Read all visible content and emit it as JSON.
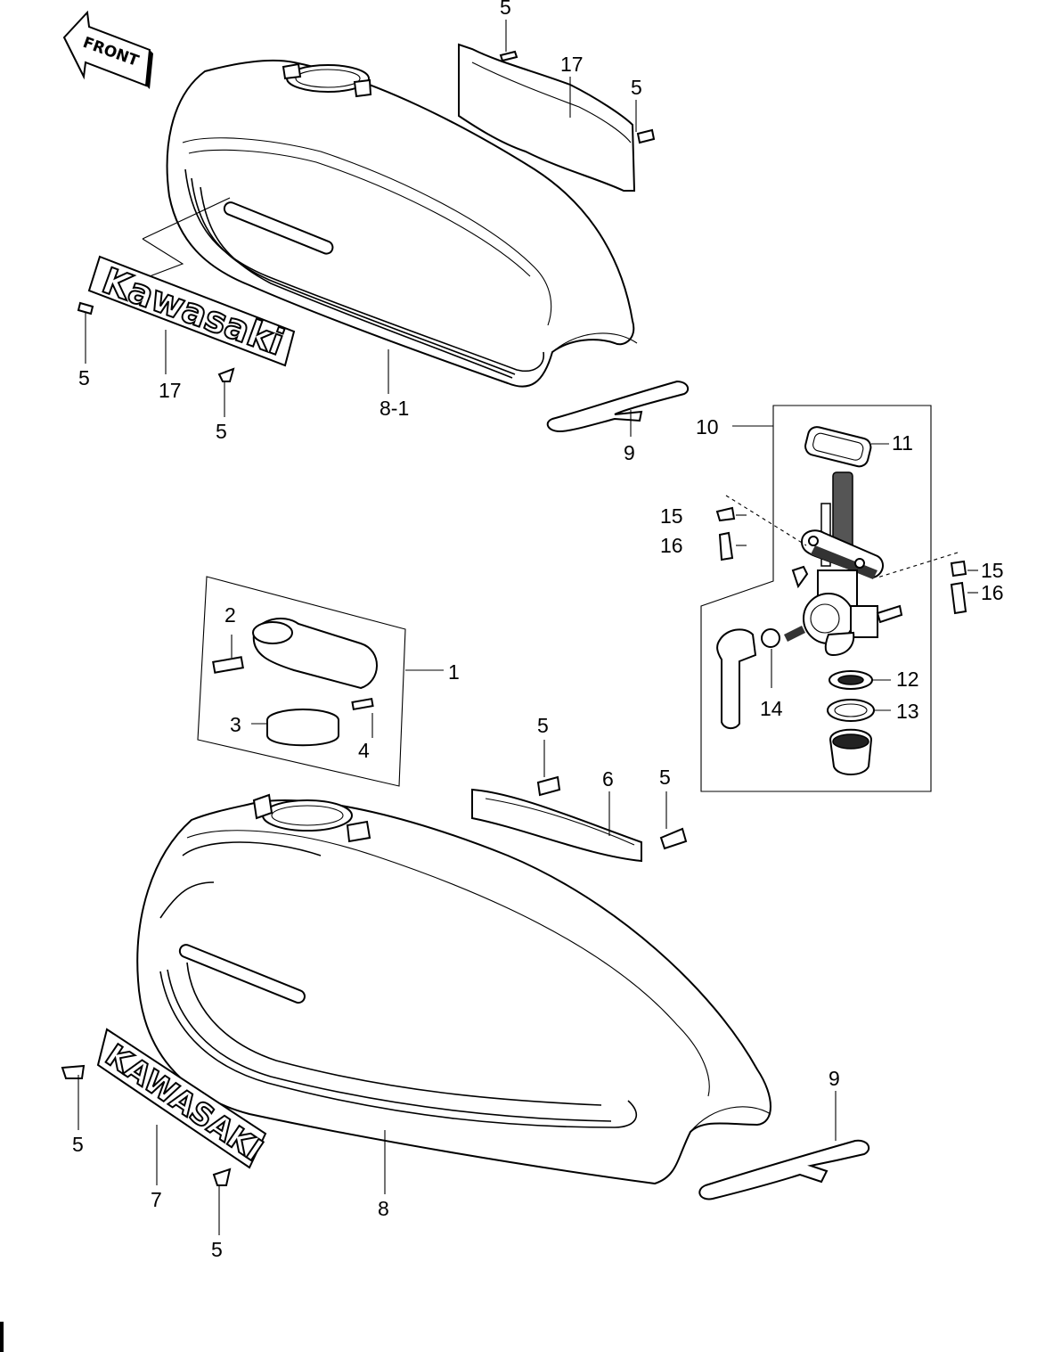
{
  "front_arrow": "FRONT",
  "upper_emblem": "Kawasaki",
  "lower_emblem": "KAWASAKI",
  "labels": {
    "l1": "1",
    "l2": "2",
    "l3": "3",
    "l4": "4",
    "l5a": "5",
    "l5b": "5",
    "l5c": "5",
    "l5d": "5",
    "l5e": "5",
    "l5f": "5",
    "l5g": "5",
    "l5h": "5",
    "l6": "6",
    "l7": "7",
    "l8": "8",
    "l8_1": "8-1",
    "l9a": "9",
    "l9b": "9",
    "l10": "10",
    "l11": "11",
    "l12": "12",
    "l13": "13",
    "l14": "14",
    "l15a": "15",
    "l15b": "15",
    "l16a": "16",
    "l16b": "16",
    "l17a": "17",
    "l17b": "17"
  }
}
